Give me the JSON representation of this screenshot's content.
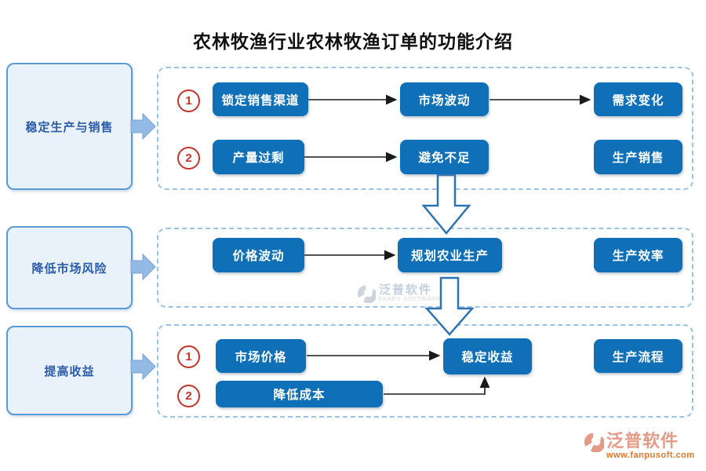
{
  "title": "农林牧渔行业农林牧渔订单的功能介绍",
  "left_panels": [
    {
      "label": "稳定生产与销售"
    },
    {
      "label": "降低市场风险"
    },
    {
      "label": "提高收益"
    }
  ],
  "sections": [
    {
      "rows": [
        {
          "badge": "1",
          "nodes": [
            "锁定销售渠道",
            "市场波动",
            "需求变化"
          ]
        },
        {
          "badge": "2",
          "nodes": [
            "产量过剩",
            "避免不足",
            "生产销售"
          ]
        }
      ]
    },
    {
      "rows": [
        {
          "nodes": [
            "价格波动",
            "规划农业生产",
            "生产效率"
          ]
        }
      ]
    },
    {
      "rows": [
        {
          "badge": "1",
          "nodes": [
            "市场价格",
            "稳定收益",
            "生产流程"
          ]
        },
        {
          "badge": "2",
          "nodes": [
            "降低成本"
          ]
        }
      ]
    }
  ],
  "watermark": {
    "brand": "泛普软件",
    "sub": "FANPU SOFTWARE"
  },
  "footer": {
    "brand": "泛普软件",
    "url": "www.fanpusoft.com"
  },
  "colors": {
    "node_blue": "#0f70b8",
    "panel_fill": "#e9f1fb",
    "panel_border": "#5b9bd5",
    "panel_text": "#2a5caa",
    "dashed_border": "#9cc2e5",
    "thick_arrow_fill": "#92bae5",
    "big_arrow_stroke": "#2e74b5",
    "badge_red": "#c2342b",
    "connector_black": "#1a1a1a",
    "footer_brand_salmon": "#e59a86",
    "footer_url_orange": "#e0762a"
  }
}
